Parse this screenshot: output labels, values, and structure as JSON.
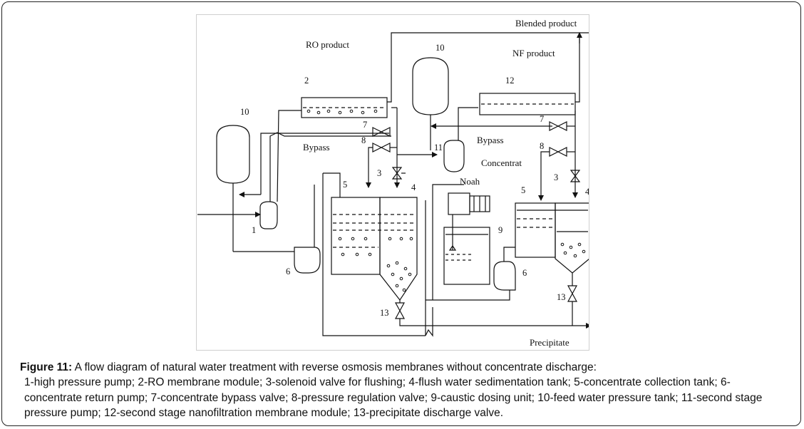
{
  "diagram": {
    "labels": {
      "blended_product": "Blended product",
      "ro_product": "RO product",
      "nf_product": "NF product",
      "bypass_left": "Bypass",
      "bypass_right": "Bypass",
      "concentrat": "Concentrat",
      "noah": "Noah",
      "precipitate": "Precipitate"
    },
    "numbers": {
      "n1": "1",
      "n2": "2",
      "n3a": "3",
      "n3b": "3",
      "n4a": "4",
      "n4b": "4",
      "n5a": "5",
      "n5b": "5",
      "n6a": "6",
      "n6b": "6",
      "n7a": "7",
      "n7b": "7",
      "n8a": "8",
      "n8b": "8",
      "n9": "9",
      "n10a": "10",
      "n10b": "10",
      "n11": "11",
      "n12": "12",
      "n13a": "13",
      "n13b": "13"
    }
  },
  "caption": {
    "figure_label": "Figure 11:",
    "title": " A flow diagram of natural water treatment with reverse osmosis membranes without concentrate discharge:",
    "legend": "1-high pressure pump; 2-RO membrane module; 3-solenoid valve for flushing; 4-flush water sedimentation tank; 5-concentrate collection tank; 6-concentrate return pump; 7-concentrate bypass valve; 8-pressure regulation valve; 9-caustic dosing unit; 10-feed water pressure tank; 11-second stage pressure pump;  12-second stage nanofiltration membrane module; 13-precipitate discharge valve."
  }
}
